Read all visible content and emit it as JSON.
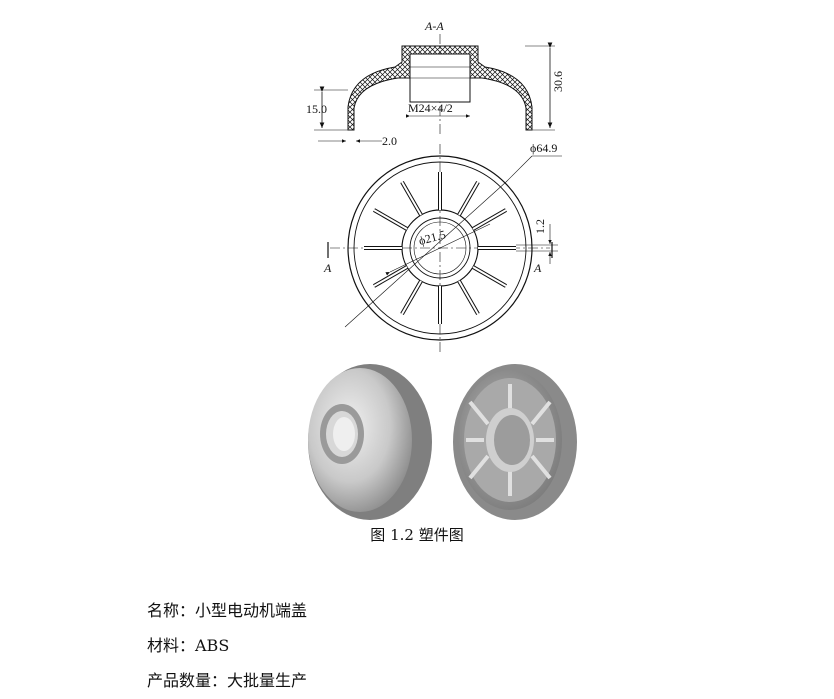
{
  "figure": {
    "section_label": "A-A",
    "dim_height": "30.6",
    "dim_inner_height": "15.0",
    "dim_thread": "M24×4/2",
    "dim_wall": "2.0",
    "dim_outer_dia": "ϕ64.9",
    "dim_inner_dia": "ϕ21.5",
    "dim_rib": "1.2",
    "cut_left": "A",
    "cut_right": "A"
  },
  "caption": "图 1.2  塑件图",
  "specs": {
    "name": "名称：小型电动机端盖",
    "material": "材料：ABS",
    "quantity": "产品数量：大批量生产"
  },
  "colors": {
    "line": "#111111",
    "render_light": "#e8e8e8",
    "render_dark": "#8a8a8a"
  }
}
